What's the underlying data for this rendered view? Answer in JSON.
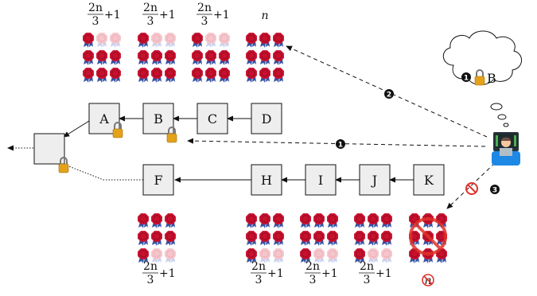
{
  "colors": {
    "stamp": "#c8102e",
    "stamp_faded": "#f4c6cc",
    "ribbon": "#3553a4",
    "ribbon_faded": "#c9d2ee",
    "block_fill": "#eeeeee",
    "block_stroke": "#111111",
    "lock_body": "#e3a21a",
    "lock_shackle": "#777777",
    "prohibit": "#e0322a"
  },
  "icons": {
    "seal": "wax-seal-icon",
    "lock": "padlock-icon",
    "attacker": "technologist-icon",
    "prohibited": "prohibited-icon",
    "thought": "thought-bubble-icon"
  },
  "math": {
    "frac_num": "2n",
    "frac_den": "3",
    "frac_tail": "+1",
    "n": "n"
  },
  "top_chain": [
    "A",
    "B",
    "C",
    "D"
  ],
  "bottom_chain": [
    "F",
    "H",
    "I",
    "J",
    "K"
  ],
  "top_groups": [
    {
      "label": "frac",
      "filled": [
        1,
        0,
        0,
        1,
        1,
        1,
        1,
        1,
        1
      ]
    },
    {
      "label": "frac",
      "filled": [
        1,
        0,
        0,
        1,
        1,
        1,
        1,
        1,
        1
      ]
    },
    {
      "label": "frac",
      "filled": [
        1,
        0,
        0,
        1,
        1,
        1,
        1,
        1,
        1
      ]
    },
    {
      "label": "n",
      "filled": [
        1,
        1,
        1,
        1,
        1,
        1,
        1,
        1,
        1
      ]
    }
  ],
  "bottom_groups": [
    {
      "label": "frac",
      "filled": [
        1,
        1,
        1,
        1,
        1,
        1,
        1,
        0,
        0
      ]
    },
    {
      "label": "frac",
      "filled": [
        1,
        1,
        1,
        1,
        1,
        1,
        1,
        0,
        0
      ]
    },
    {
      "label": "frac",
      "filled": [
        1,
        1,
        1,
        1,
        1,
        1,
        1,
        0,
        0
      ]
    },
    {
      "label": "frac",
      "filled": [
        1,
        1,
        1,
        1,
        1,
        1,
        1,
        0,
        0
      ]
    },
    {
      "label": "n",
      "filled": [
        1,
        1,
        1,
        1,
        1,
        1,
        1,
        1,
        1
      ],
      "prohibited": true
    }
  ],
  "steps": [
    "1",
    "2",
    "3"
  ],
  "thought": {
    "step": "1",
    "text": "B"
  }
}
